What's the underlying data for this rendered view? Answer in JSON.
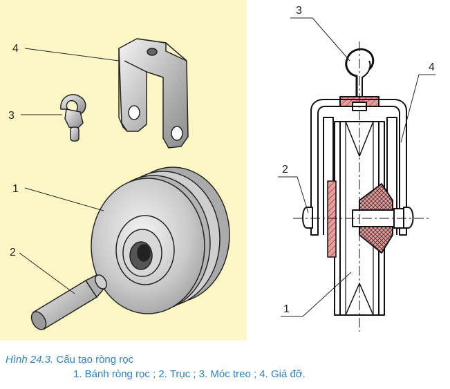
{
  "labels": {
    "left": {
      "four": "4",
      "three": "3",
      "one": "1",
      "two": "2"
    },
    "right": {
      "three": "3",
      "four": "4",
      "two": "2",
      "one": "1"
    }
  },
  "caption": {
    "figure": "Hình 24.3.",
    "title": "Cấu tạo ròng rọc",
    "parts": "1. Bánh ròng rọc ; 2. Trục ; 3. Móc treo ; 4. Giá đỡ."
  },
  "colors": {
    "panel_bg": "#fdf7c7",
    "caption": "#2f7fc2",
    "hatch": "#ee9a9a",
    "metal": "#c8c8c8"
  }
}
